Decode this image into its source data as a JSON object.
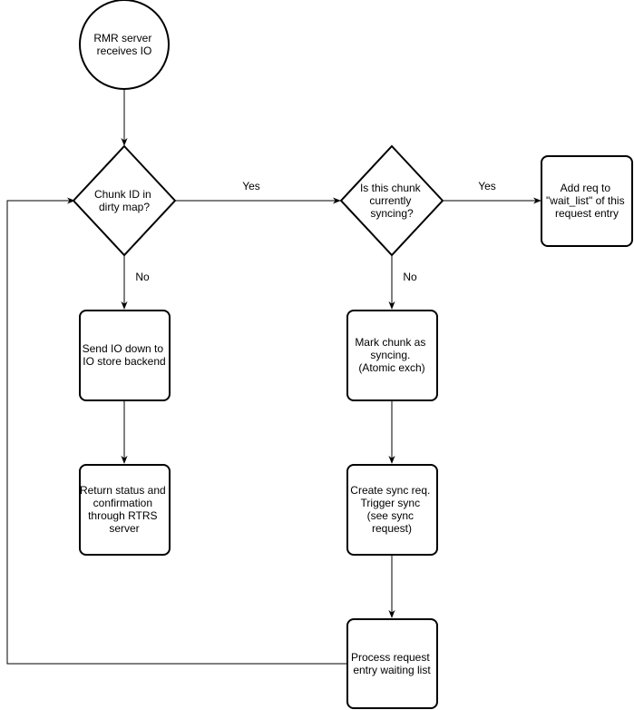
{
  "nodes": {
    "start": {
      "lines": [
        "RMR server",
        "receives IO"
      ]
    },
    "dirty_check": {
      "lines": [
        "Chunk ID in",
        "dirty map?"
      ]
    },
    "syncing_check": {
      "lines": [
        "Is this chunk",
        "currently",
        "syncing?"
      ]
    },
    "add_wait": {
      "lines": [
        "Add req to",
        "\"wait_list\" of this",
        "request entry"
      ]
    },
    "send_io": {
      "lines": [
        "Send IO down to",
        "IO store backend"
      ]
    },
    "return_status": {
      "lines": [
        "Return status and",
        "confirmation",
        "through RTRS",
        "server"
      ]
    },
    "mark_syncing": {
      "lines": [
        "Mark chunk as",
        "syncing.",
        "(Atomic exch)"
      ]
    },
    "create_sync": {
      "lines": [
        "Create sync req.",
        "Trigger sync",
        "(see sync",
        "request)"
      ]
    },
    "process_wait": {
      "lines": [
        "Process request",
        "entry waiting list"
      ]
    }
  },
  "edge_labels": {
    "dirty_yes": "Yes",
    "dirty_no": "No",
    "syncing_yes": "Yes",
    "syncing_no": "No"
  }
}
